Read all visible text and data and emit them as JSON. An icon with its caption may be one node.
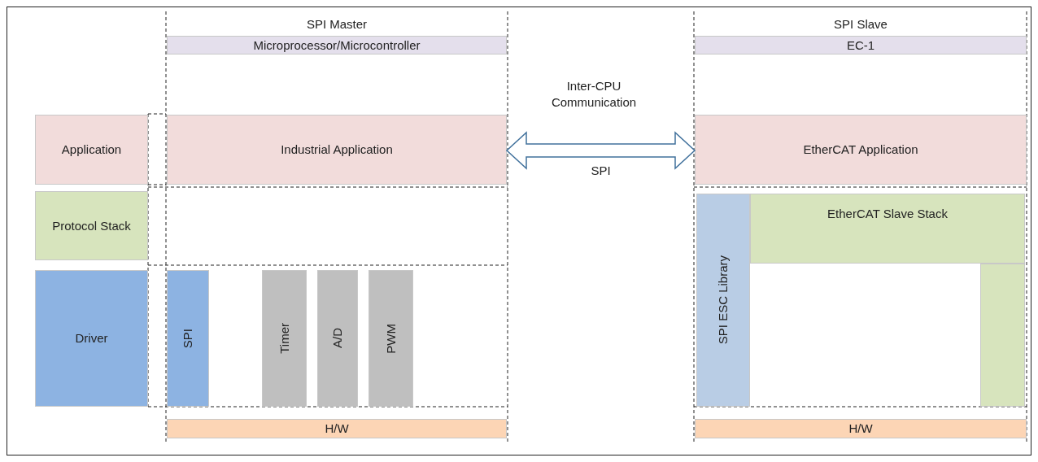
{
  "diagram": {
    "nodes": [
      {
        "text": [
          "Microprocessor/Microcontroller"
        ]
      },
      {
        "text": [
          "Application"
        ]
      },
      {
        "text": [
          "Industrial Application"
        ]
      },
      {
        "text": [
          "Protocol Stack"
        ]
      },
      {
        "text": [
          "Driver"
        ]
      },
      {
        "text": [
          "SPI"
        ]
      },
      {
        "text": [
          "Timer"
        ]
      },
      {
        "text": [
          "A/D"
        ]
      },
      {
        "text": [
          "PWM"
        ]
      },
      {
        "text": [
          "H/W"
        ]
      },
      {
        "text": [
          "EC-1"
        ]
      },
      {
        "text": [
          "EtherCAT Application"
        ]
      },
      {
        "text": [
          "SPI ESC Library"
        ]
      },
      {
        "text": [
          "EtherCAT Slave Stack"
        ]
      },
      {
        "text": [],
        "shape": "bar"
      },
      {
        "text": [
          "H/W"
        ]
      }
    ],
    "edges": [
      {
        "from": 2,
        "to": 11,
        "arrow": "both",
        "label": "SPI"
      }
    ],
    "labels": [
      "SPI Master",
      "SPI Slave",
      "Inter-CPU Communication"
    ]
  }
}
